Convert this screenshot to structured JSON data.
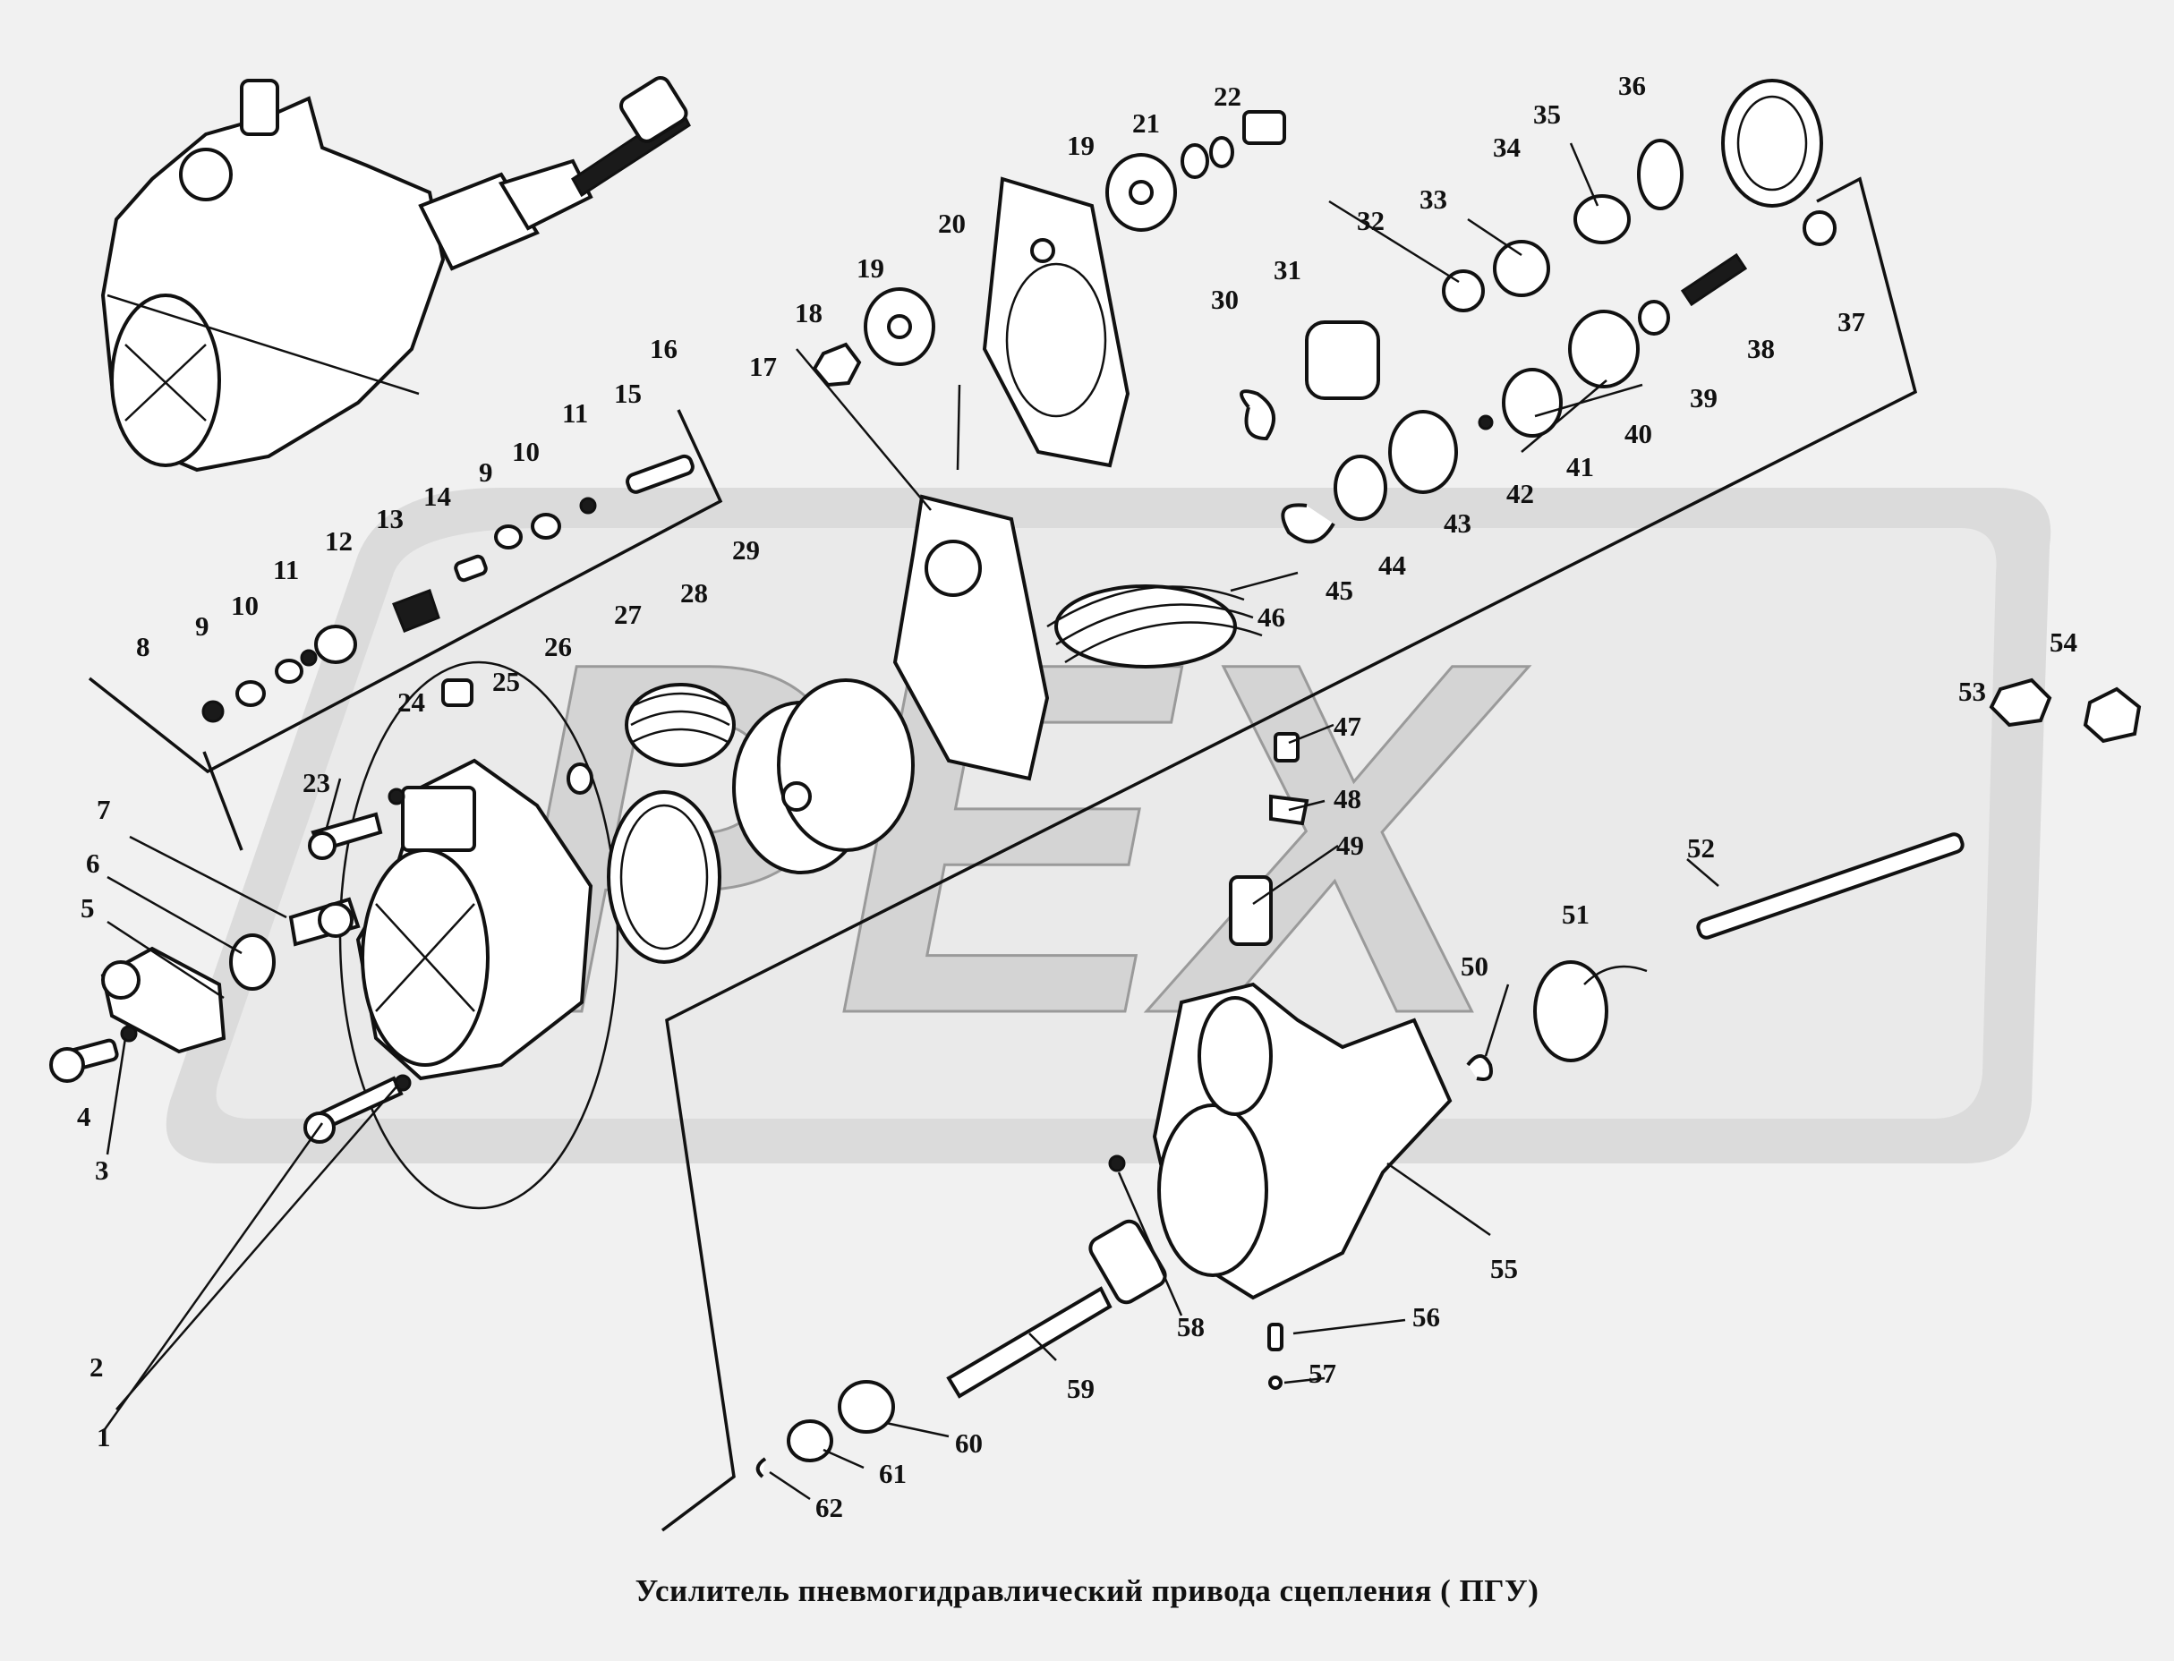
{
  "caption": "Усилитель пневмогидравлический привода сцепления ( ПГУ)",
  "watermark": "PEX",
  "callouts": [
    {
      "label": "1"
    },
    {
      "label": "2"
    },
    {
      "label": "3"
    },
    {
      "label": "4"
    },
    {
      "label": "5"
    },
    {
      "label": "6"
    },
    {
      "label": "7"
    },
    {
      "label": "8"
    },
    {
      "label": "9"
    },
    {
      "label": "10"
    },
    {
      "label": "11"
    },
    {
      "label": "12"
    },
    {
      "label": "13"
    },
    {
      "label": "14"
    },
    {
      "label": "15"
    },
    {
      "label": "16"
    },
    {
      "label": "17"
    },
    {
      "label": "18"
    },
    {
      "label": "19"
    },
    {
      "label": "19"
    },
    {
      "label": "20"
    },
    {
      "label": "21"
    },
    {
      "label": "22"
    },
    {
      "label": "23"
    },
    {
      "label": "24"
    },
    {
      "label": "25"
    },
    {
      "label": "26"
    },
    {
      "label": "27"
    },
    {
      "label": "28"
    },
    {
      "label": "29"
    },
    {
      "label": "30"
    },
    {
      "label": "31"
    },
    {
      "label": "32"
    },
    {
      "label": "33"
    },
    {
      "label": "34"
    },
    {
      "label": "35"
    },
    {
      "label": "36"
    },
    {
      "label": "37"
    },
    {
      "label": "38"
    },
    {
      "label": "39"
    },
    {
      "label": "40"
    },
    {
      "label": "41"
    },
    {
      "label": "42"
    },
    {
      "label": "43"
    },
    {
      "label": "44"
    },
    {
      "label": "45"
    },
    {
      "label": "46"
    },
    {
      "label": "47"
    },
    {
      "label": "48"
    },
    {
      "label": "49"
    },
    {
      "label": "50"
    },
    {
      "label": "51"
    },
    {
      "label": "52"
    },
    {
      "label": "53"
    },
    {
      "label": "54"
    },
    {
      "label": "55"
    },
    {
      "label": "56"
    },
    {
      "label": "57"
    },
    {
      "label": "58"
    },
    {
      "label": "59"
    },
    {
      "label": "60"
    },
    {
      "label": "61"
    },
    {
      "label": "62"
    },
    {
      "label": "9"
    },
    {
      "label": "10"
    },
    {
      "label": "11"
    }
  ],
  "colors": {
    "watermark": "#c9c9c9",
    "ink": "#111111",
    "background": "#f1f1f1"
  }
}
